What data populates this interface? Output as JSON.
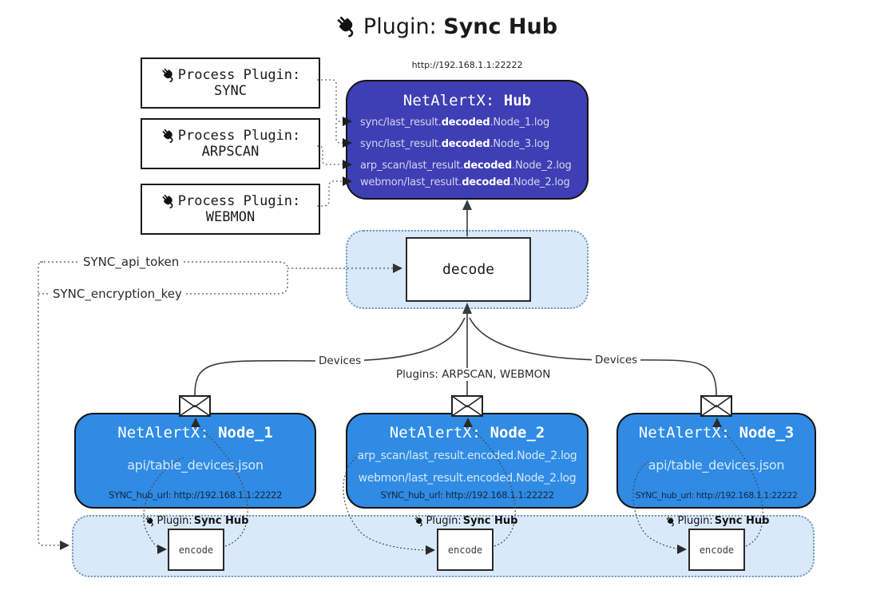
{
  "title": {
    "prefix": "Plugin: ",
    "bold": "Sync Hub"
  },
  "process_plugins": [
    {
      "label": "Process Plugin:",
      "name": "SYNC"
    },
    {
      "label": "Process Plugin:",
      "name": "ARPSCAN"
    },
    {
      "label": "Process Plugin:",
      "name": "WEBMON"
    }
  ],
  "hub": {
    "url": "http://192.168.1.1:22222",
    "title_prefix": "NetAlertX: ",
    "title_bold": "Hub",
    "lines": [
      {
        "pre": "sync/last_result.",
        "bold": "decoded",
        "post": ".Node_1.log"
      },
      {
        "pre": "sync/last_result.",
        "bold": "decoded",
        "post": ".Node_3.log"
      },
      {
        "pre": "arp_scan/last_result.",
        "bold": "decoded",
        "post": ".Node_2.log"
      },
      {
        "pre": "webmon/last_result.",
        "bold": "decoded",
        "post": ".Node_2.log"
      }
    ]
  },
  "decode": {
    "label": "decode"
  },
  "edges": {
    "api_token": "SYNC_api_token",
    "encryption_key": "SYNC_encryption_key",
    "devices_left": "Devices",
    "devices_right": "Devices",
    "plugins_center": "Plugins: ARPSCAN, WEBMON"
  },
  "nodes": [
    {
      "title_prefix": "NetAlertX: ",
      "title_bold": "Node_1",
      "lines": [
        "api/table_devices.json"
      ],
      "footer": "SYNC_hub_url: http://192.168.1.1:22222"
    },
    {
      "title_prefix": "NetAlertX: ",
      "title_bold": "Node_2",
      "lines": [
        "arp_scan/last_result.encoded.Node_2.log",
        "webmon/last_result.encoded.Node_2.log"
      ],
      "footer": "SYNC_hub_url: http://192.168.1.1:22222"
    },
    {
      "title_prefix": "NetAlertX: ",
      "title_bold": "Node_3",
      "lines": [
        "api/table_devices.json"
      ],
      "footer": "SYNC_hub_url: http://192.168.1.1:22222"
    }
  ],
  "encoder": {
    "plugin_prefix": "Plugin: ",
    "plugin_bold": "Sync Hub",
    "label": "encode"
  },
  "colors": {
    "hub_fill": "#3e3eb5",
    "node_fill": "#2f8be4",
    "band_fill": "#d9e9fa",
    "band_border": "#7596b5",
    "wire": "#3b3b3b",
    "dotted_wire": "#666666"
  }
}
